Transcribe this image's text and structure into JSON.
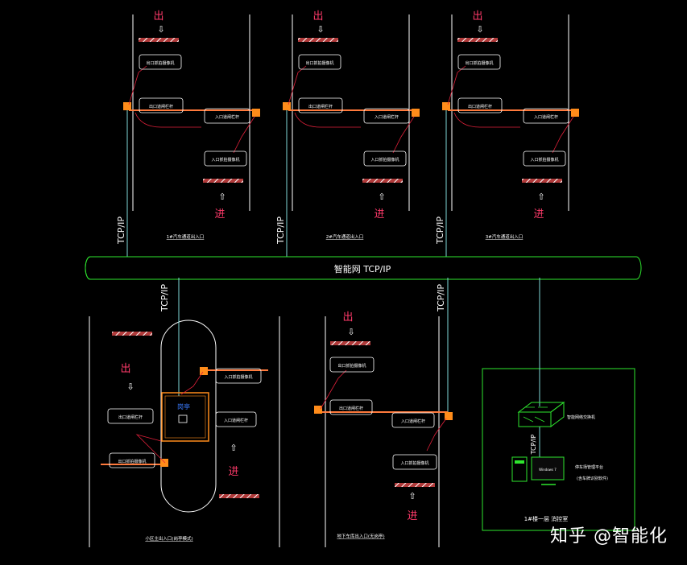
{
  "network": {
    "label": "智能网 TCP/IP",
    "link_label": "TCP/IP"
  },
  "terms": {
    "exit": "出",
    "entry": "进"
  },
  "colors": {
    "line": "#ffffff",
    "barrier": "#ff7a3c",
    "camera": "#ff8c1a",
    "wire": "#e0203a",
    "link": "#7fd7d7",
    "green": "#2ee62e",
    "network": "#2ee62e",
    "hatch_dark": "#b03a3a",
    "hatch_light": "#ffffff"
  },
  "top_lanes": [
    {
      "caption": "1#汽车通道出入口",
      "boxes": [
        "出口抓拍摄像机",
        "出口道闸栏杆",
        "入口道闸栏杆",
        "入口抓拍摄像机"
      ]
    },
    {
      "caption": "2#汽车通道出入口",
      "boxes": [
        "出口抓拍摄像机",
        "出口道闸栏杆",
        "入口道闸栏杆",
        "入口抓拍摄像机"
      ]
    },
    {
      "caption": "3#汽车通道出入口",
      "boxes": [
        "出口抓拍摄像机",
        "出口道闸栏杆",
        "入口道闸栏杆",
        "入口抓拍摄像机"
      ]
    }
  ],
  "bottom_left": {
    "caption": "小区主出入口(岗亭模式)",
    "booth_label": "岗亭",
    "boxes": [
      "入口抓拍摄像机",
      "入口道闸栏杆",
      "出口道闸栏杆",
      "出口抓拍摄像机"
    ]
  },
  "bottom_mid": {
    "caption": "地下车库出入口(无岗亭)",
    "boxes": [
      "出口抓拍摄像机",
      "出口道闸栏杆",
      "入口道闸栏杆",
      "入口抓拍摄像机"
    ]
  },
  "control_room": {
    "title": "1#楼一层 消控室",
    "switch_label": "智能网络交换机",
    "pc_label_1": "停车场管理平台",
    "pc_label_2": "(含车牌识别软件)",
    "screen_text": "Windows 7"
  },
  "watermark": "知乎 @智能化"
}
